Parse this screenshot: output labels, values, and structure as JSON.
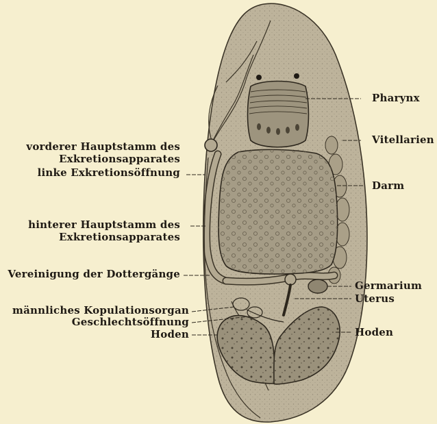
{
  "labels": {
    "pharynx": "Pharynx",
    "vitellarien": "Vitellarien",
    "darm": "Darm",
    "germarium": "Germarium",
    "uterus": "Uterus",
    "hoden_right": "Hoden",
    "vorderer_line1": "vorderer Hauptstamm des",
    "vorderer_line2": "Exkretionsapparates",
    "linke_exkretionsoeffnung": "linke Exkretionsöffnung",
    "hinterer_line1": "hinterer Hauptstamm des",
    "hinterer_line2": "Exkretionsapparates",
    "vereinigung": "Vereinigung der Dottergänge",
    "kopulationsorgan": "männliches Kopulationsorgan",
    "geschlechtsoeffnung": "Geschlechtsöffnung",
    "hoden_left": "Hoden"
  },
  "colors": {
    "background": "#f6efcf",
    "body_fill": "#bdb39b",
    "organ_fill": "#a59c86",
    "ink": "#1f1a14"
  }
}
